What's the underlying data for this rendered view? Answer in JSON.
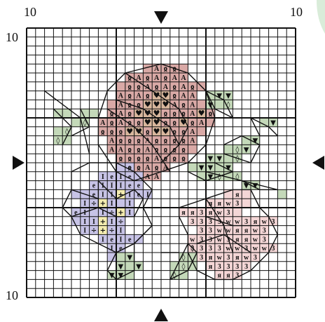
{
  "labels": {
    "top_left": "10",
    "top_right": "10",
    "left_top": "10",
    "left_bottom": "10"
  },
  "grid": {
    "cols": 30,
    "rows": 30
  },
  "colors": {
    "grid": "#111111",
    "rose": "#d9a9a6",
    "rose_dark": "#c99693",
    "lilac": "#c7c3e6",
    "lilac_dark": "#b6b0dd",
    "pale_pink": "#f4d6d6",
    "leaf": "#c4d9b9",
    "yellow": "#f4ecb0",
    "center": "#d8b79d",
    "arrow": "#111111",
    "watermark": "#d9ecd9"
  },
  "symbols": {
    "A": "A",
    "hook": "ჲ",
    "heart": "♥",
    "e": "e",
    "I": "I",
    "div": "÷",
    "plus": "+",
    "three": "3",
    "w": "w",
    "ya": "я",
    "tri": "▼",
    "dia": "◊",
    "period": "."
  }
}
